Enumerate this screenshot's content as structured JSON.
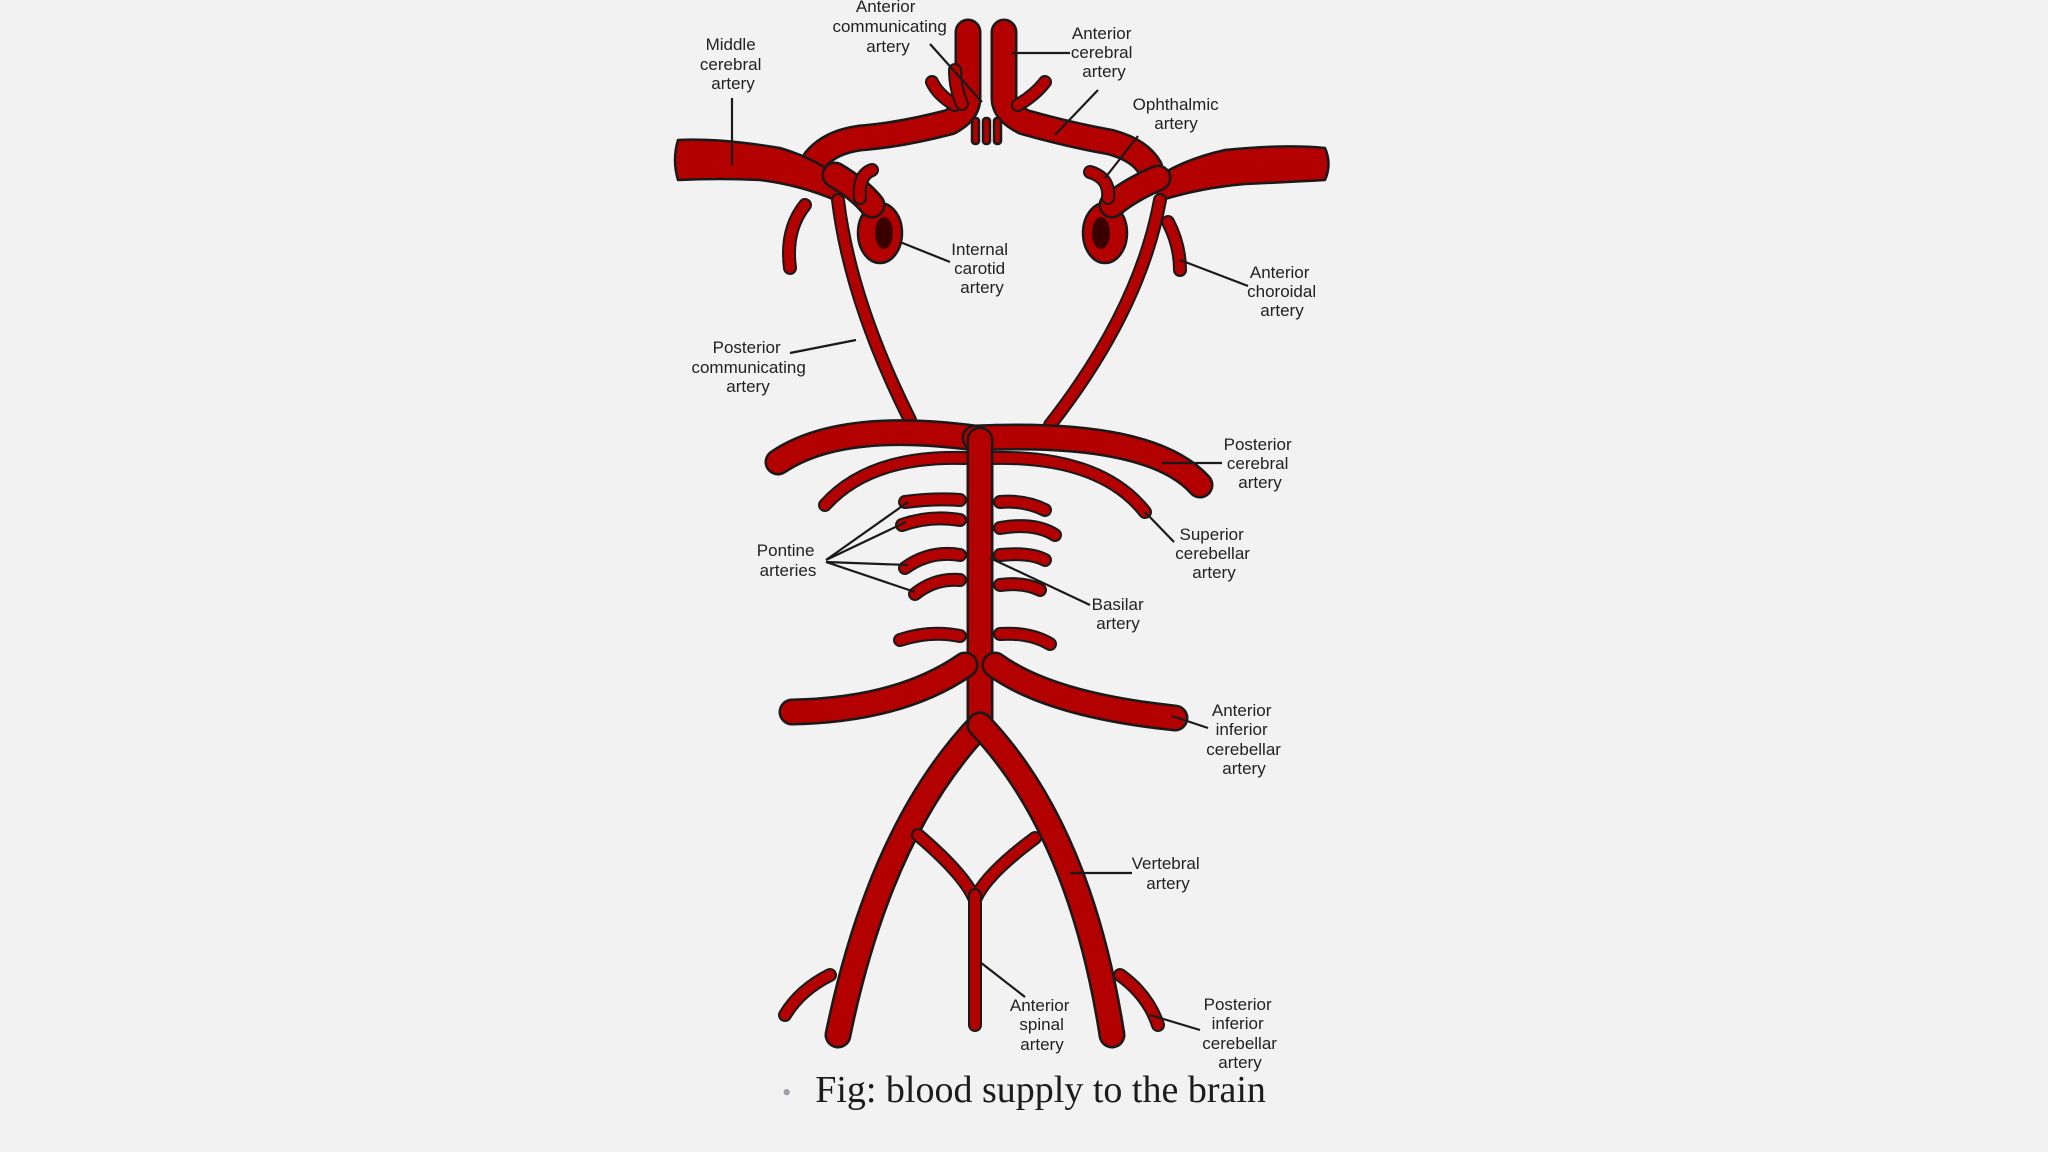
{
  "labels": {
    "anterior_communicating": [
      "Anterior",
      "communicating",
      "artery"
    ],
    "anterior_cerebral": [
      "Anterior",
      "cerebral",
      "artery"
    ],
    "middle_cerebral": [
      "Middle",
      "cerebral",
      "artery"
    ],
    "ophthalmic": [
      "Ophthalmic",
      "artery"
    ],
    "internal_carotid": [
      "Internal",
      "carotid",
      "artery"
    ],
    "anterior_choroidal": [
      "Anterior",
      "choroidal",
      "artery"
    ],
    "posterior_communicating": [
      "Posterior",
      "communicating",
      "artery"
    ],
    "posterior_cerebral": [
      "Posterior",
      "cerebral",
      "artery"
    ],
    "superior_cerebellar": [
      "Superior",
      "cerebellar",
      "artery"
    ],
    "pontine": [
      "Pontine",
      "arteries"
    ],
    "basilar": [
      "Basilar",
      "artery"
    ],
    "anterior_inferior_cerebellar": [
      "Anterior",
      "inferior",
      "cerebellar",
      "artery"
    ],
    "vertebral": [
      "Vertebral",
      "artery"
    ],
    "anterior_spinal": [
      "Anterior",
      "spinal",
      "artery"
    ],
    "posterior_inferior_cerebellar": [
      "Posterior",
      "inferior",
      "cerebellar",
      "artery"
    ]
  },
  "caption": {
    "bullet": "•",
    "text": "Fig: blood supply to the brain"
  },
  "colors": {
    "artery": "#b30000",
    "outline": "#1a1a1a",
    "background": "#f2f2f2"
  }
}
